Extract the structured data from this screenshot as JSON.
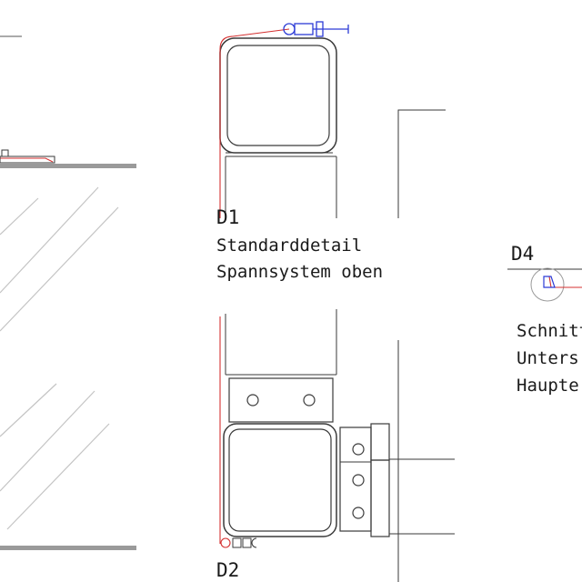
{
  "details": {
    "d1": {
      "label": "D1",
      "line1": "Standarddetail",
      "line2": "Spannsystem oben"
    },
    "d2": {
      "label": "D2"
    },
    "d4": {
      "label": "D4",
      "line1": "Schnitt",
      "line2": "Unters",
      "line3": "Haupte"
    }
  },
  "colors": {
    "outline": "#3a3a3a",
    "membrane": "#d43030",
    "bolt": "#2c3bd6",
    "beam": "#9a9a9a",
    "glass": "#c4c4c4"
  }
}
